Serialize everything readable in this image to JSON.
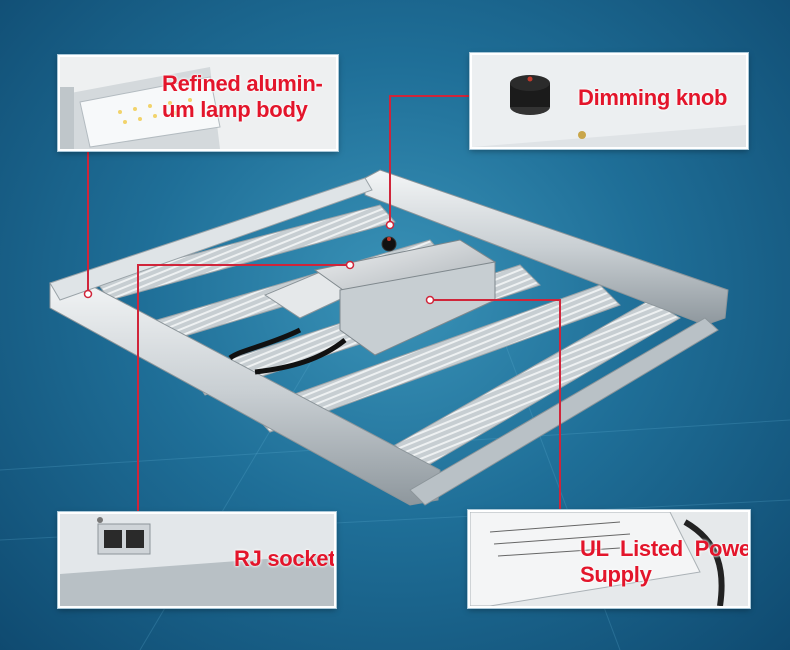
{
  "callouts": {
    "body": {
      "line1": "Refined alumin-",
      "line2": "um lamp body"
    },
    "knob": {
      "label": "Dimming knob"
    },
    "rj": {
      "label": "RJ socket"
    },
    "psu": {
      "line1": "UL  Listed  Power",
      "line2": "Supply"
    }
  },
  "colors": {
    "accent": "#e3152b",
    "background": "#1f6f98"
  }
}
